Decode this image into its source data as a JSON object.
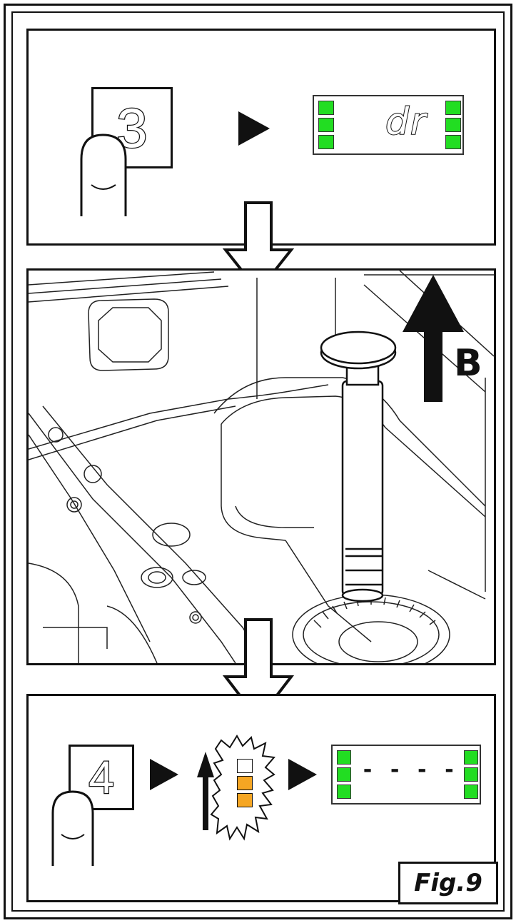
{
  "panel1": {
    "key_label": "3",
    "display": {
      "text": "dr",
      "led_color": "#22dd22",
      "left_leds": 3,
      "right_leds": 3
    }
  },
  "panel2": {
    "arrow_label": "B"
  },
  "panel3": {
    "key_label": "4",
    "indicator": {
      "empty_color": "#ffffff",
      "lit_color": "#f5a623",
      "segments": 3,
      "lit_segments": 2
    },
    "display": {
      "text": "- - - -",
      "led_color": "#22dd22",
      "left_leds": 3,
      "right_leds": 3
    }
  },
  "figure_label": "Fig.9"
}
